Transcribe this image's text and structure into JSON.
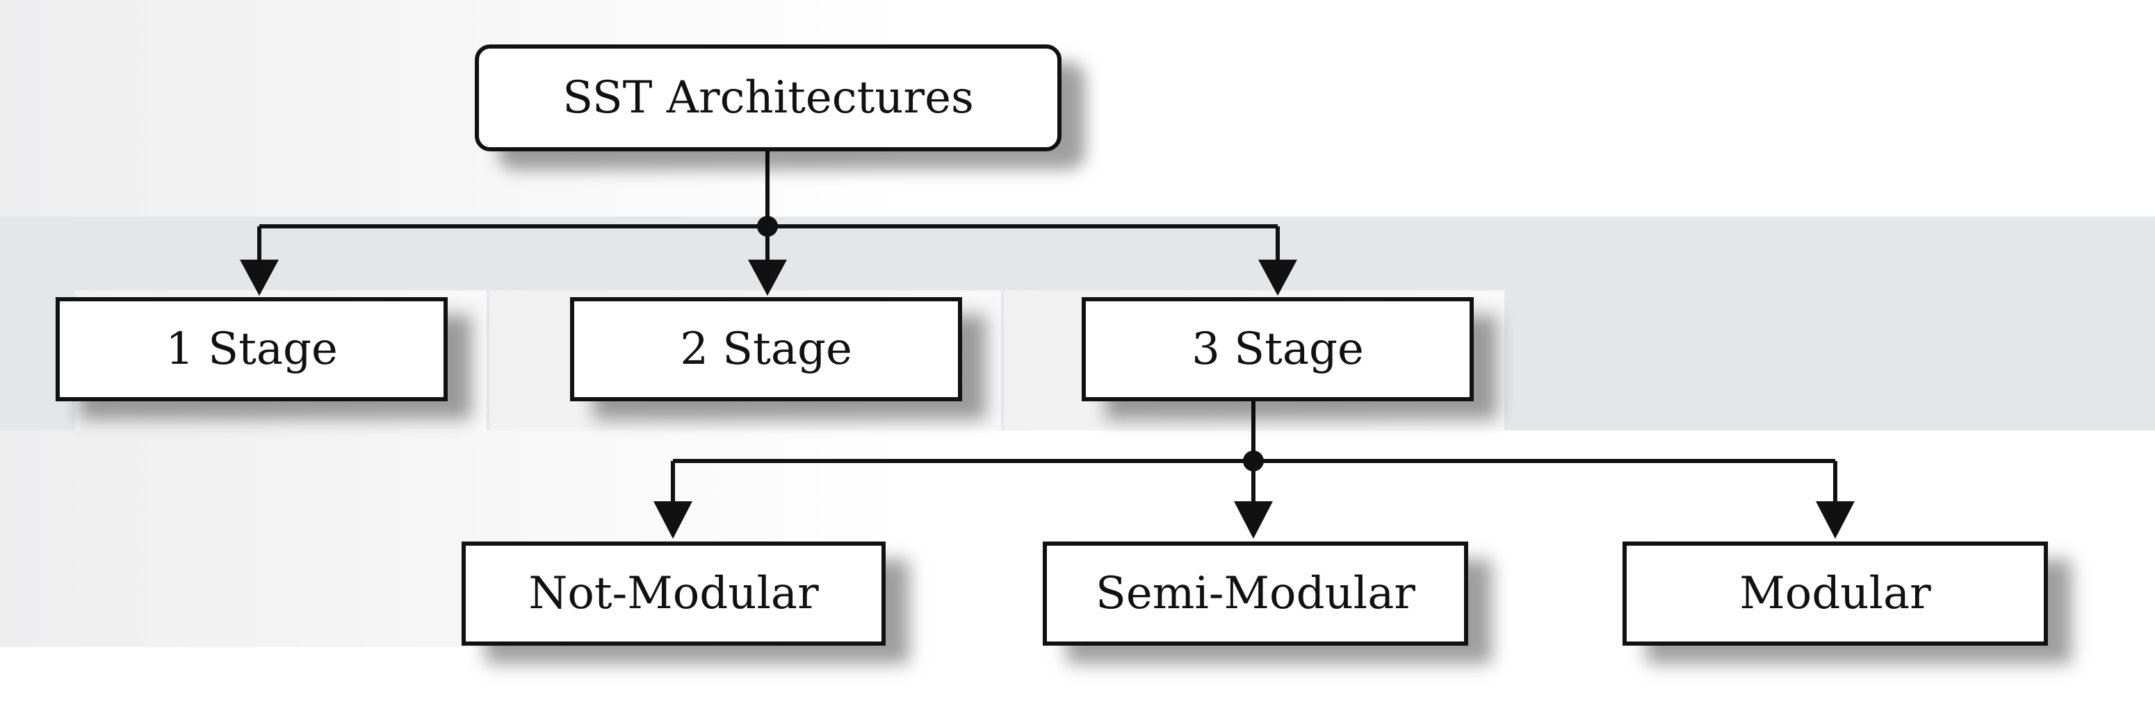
{
  "diagram": {
    "root": {
      "label": "SST Architectures"
    },
    "stages": [
      {
        "label": "1 Stage"
      },
      {
        "label": "2 Stage"
      },
      {
        "label": "3 Stage"
      }
    ],
    "modularity": [
      {
        "label": "Not-Modular"
      },
      {
        "label": "Semi-Modular"
      },
      {
        "label": "Modular"
      }
    ]
  },
  "colors": {
    "line": "#111111",
    "band": "#e5e6e8",
    "box_fill": "#ffffff"
  }
}
